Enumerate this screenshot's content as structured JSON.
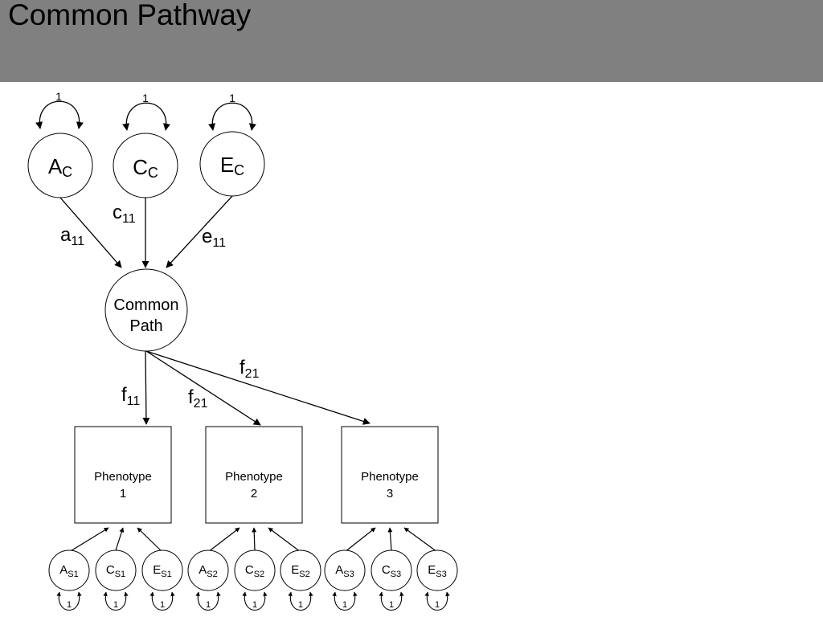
{
  "header": {
    "title": "Common Pathway"
  },
  "diagram": {
    "variance_label": "1",
    "common_factors": {
      "A": {
        "main": "A",
        "sub": "C"
      },
      "C": {
        "main": "C",
        "sub": "C"
      },
      "E": {
        "main": "E",
        "sub": "C"
      }
    },
    "common_paths": {
      "a": {
        "main": "a",
        "sub": "11"
      },
      "c": {
        "main": "c",
        "sub": "11"
      },
      "e": {
        "main": "e",
        "sub": "11"
      }
    },
    "common_path_node": {
      "line1": "Common",
      "line2": "Path"
    },
    "loadings": {
      "f1": {
        "main": "f",
        "sub": "11"
      },
      "f2": {
        "main": "f",
        "sub": "21"
      },
      "f3": {
        "main": "f",
        "sub": "21"
      }
    },
    "phenotypes": [
      {
        "line1": "Phenotype",
        "line2": "1"
      },
      {
        "line1": "Phenotype",
        "line2": "2"
      },
      {
        "line1": "Phenotype",
        "line2": "3"
      }
    ],
    "specific_factors": [
      {
        "main": "A",
        "sub": "S1"
      },
      {
        "main": "C",
        "sub": "S1"
      },
      {
        "main": "E",
        "sub": "S1"
      },
      {
        "main": "A",
        "sub": "S2"
      },
      {
        "main": "C",
        "sub": "S2"
      },
      {
        "main": "E",
        "sub": "S2"
      },
      {
        "main": "A",
        "sub": "S3"
      },
      {
        "main": "C",
        "sub": "S3"
      },
      {
        "main": "E",
        "sub": "S3"
      }
    ]
  }
}
